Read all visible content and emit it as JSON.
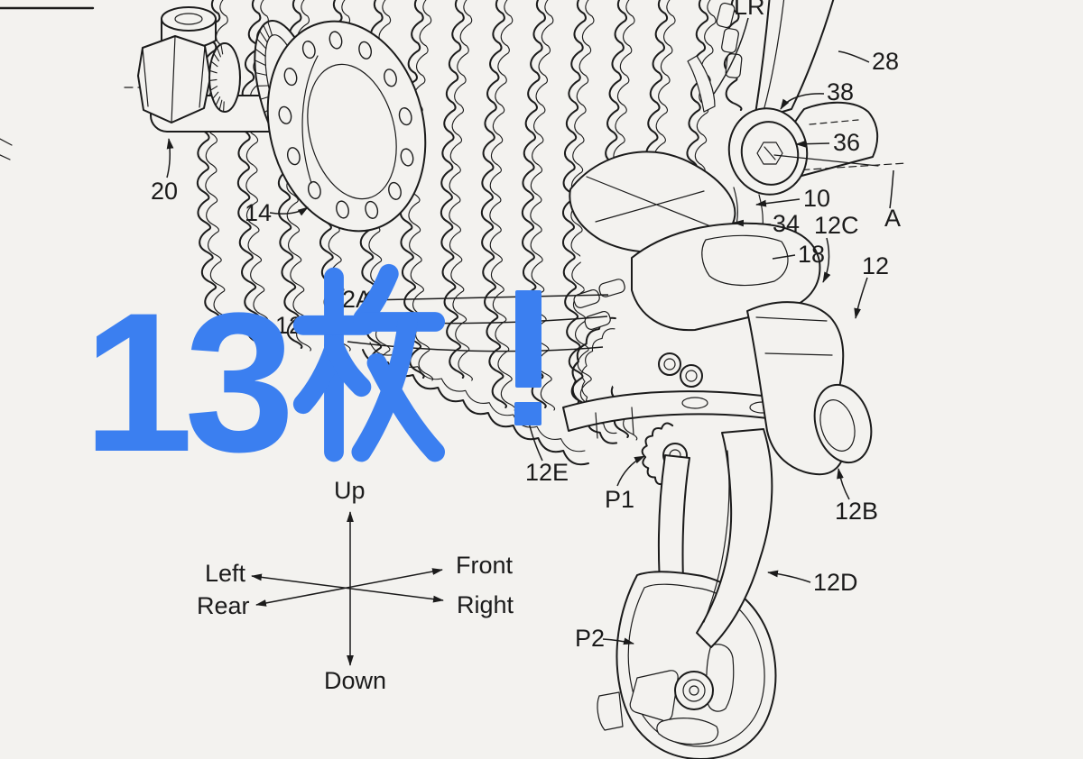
{
  "colors": {
    "background": "#f3f2ef",
    "line": "#1b1b1b",
    "accent_blue": "#3b7ff0"
  },
  "overlay": {
    "text": "13枚！",
    "number": "13",
    "kanji": "枚",
    "exclamation": "！"
  },
  "drawing": {
    "type": "patent-figure",
    "subject": "bicycle rear derailleur and 13-sprocket cassette",
    "part_labels": {
      "lr": "LR",
      "n28": "28",
      "n38": "38",
      "n36": "36",
      "n10": "10",
      "a": "A",
      "n34": "34",
      "c12c": "12C",
      "n18": "18",
      "n12": "12",
      "n12a": "12A",
      "n12p": "12",
      "n12e": "12E",
      "p1": "P1",
      "b12b": "12B",
      "d12d": "12D",
      "p2": "P2",
      "n20": "20",
      "n14": "14"
    },
    "compass": {
      "up": "Up",
      "down": "Down",
      "left": "Left",
      "right": "Right",
      "front": "Front",
      "rear": "Rear"
    }
  }
}
